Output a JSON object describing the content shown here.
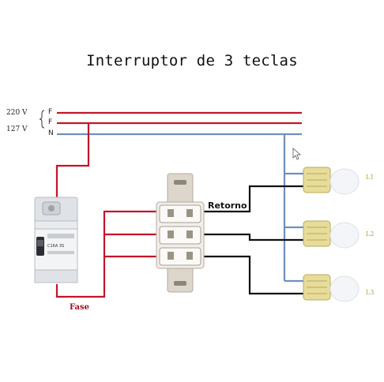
{
  "title": "Interruptor de 3 teclas",
  "supply": {
    "voltage_220": "220 V",
    "voltage_127": "127 V",
    "lines": [
      "F",
      "F",
      "N"
    ]
  },
  "labels": {
    "retorno": "Retorno",
    "fase": "Fase"
  },
  "lamps": [
    {
      "label": "L1"
    },
    {
      "label": "L2"
    },
    {
      "label": "L3"
    }
  ],
  "breaker": {
    "model_text": "C16A 3S"
  },
  "colors": {
    "phase": "#c4142b",
    "neutral": "#6f8fbf",
    "return": "#111111",
    "lamp_label": "#b9a52b"
  }
}
